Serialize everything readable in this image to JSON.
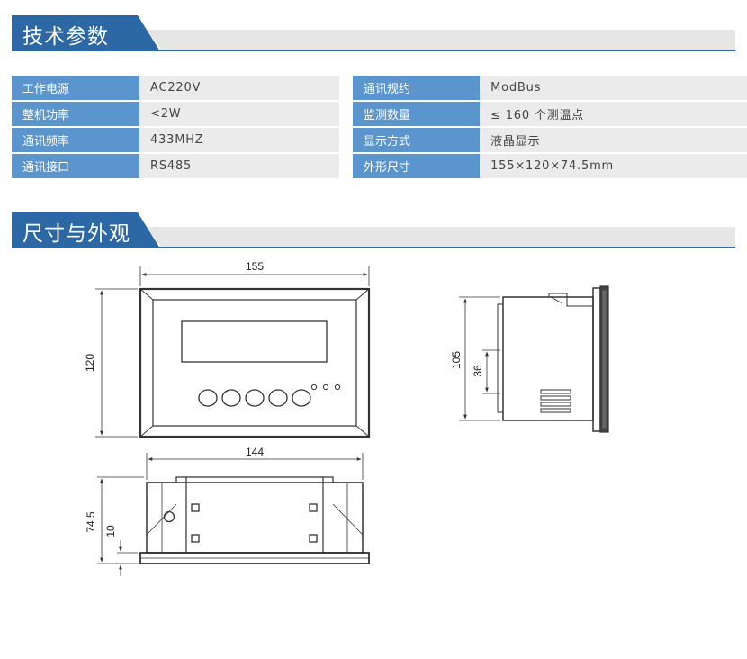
{
  "sections": {
    "specs_title": "技术参数",
    "dimensions_title": "尺寸与外观"
  },
  "specs": {
    "left": [
      {
        "label": "工作电源",
        "value": "AC220V"
      },
      {
        "label": "整机功率",
        "value": "<2W"
      },
      {
        "label": "通讯频率",
        "value": "433MHZ"
      },
      {
        "label": "通讯接口",
        "value": "RS485"
      }
    ],
    "right": [
      {
        "label": "通讯规约",
        "value": "ModBus"
      },
      {
        "label": "监测数量",
        "value": "≤ 160 个测温点"
      },
      {
        "label": "显示方式",
        "value": "液晶显示"
      },
      {
        "label": "外形尺寸",
        "value": "155×120×74.5mm"
      }
    ]
  },
  "dimensions": {
    "front_width": "155",
    "front_height": "120",
    "side_height": "105",
    "side_inner": "36",
    "bottom_width": "144",
    "bottom_depth": "74.5",
    "bottom_flange": "10"
  },
  "colors": {
    "accent": "#2c67a6",
    "label_bg": "#5b95cd",
    "value_bg": "#ebebeb",
    "bar_bg": "#e6e6e6"
  }
}
